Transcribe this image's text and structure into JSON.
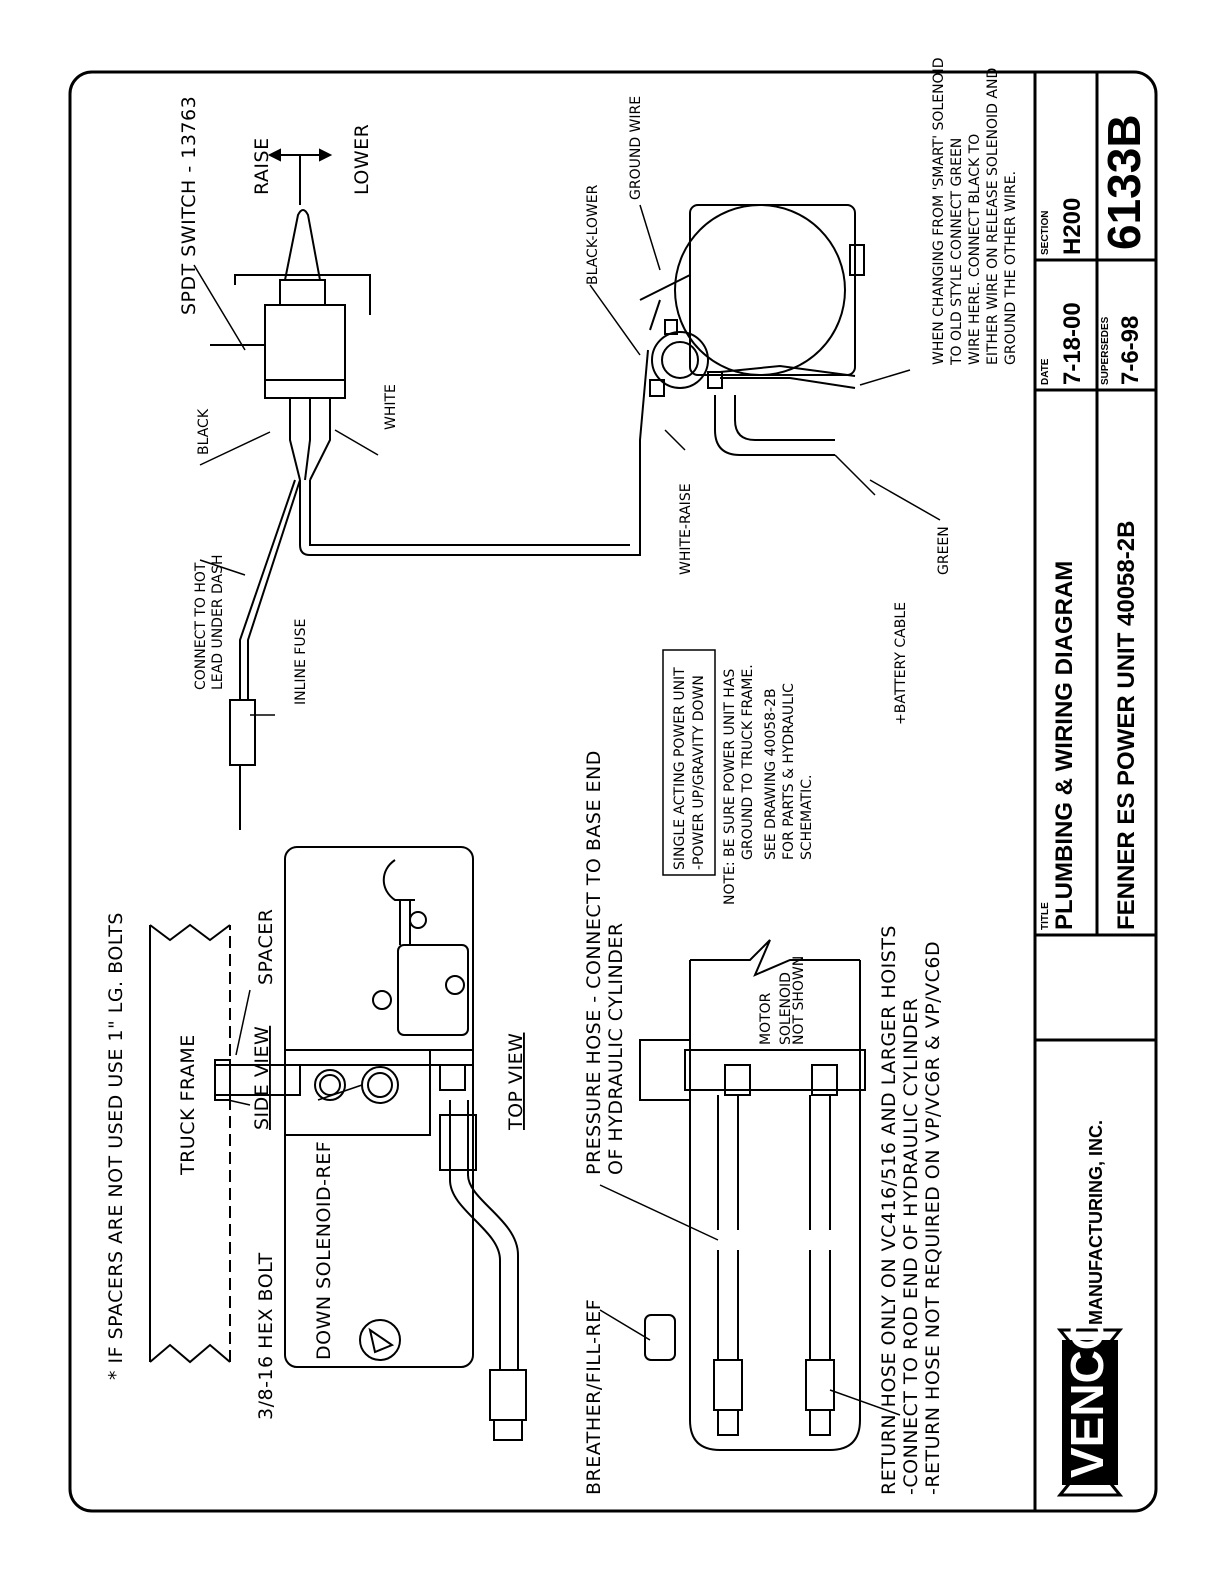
{
  "notes": {
    "spacers": "* IF SPACERS ARE NOT USED USE 1\" LG. BOLTS",
    "spdt_switch": "SPDT SWITCH - 13763",
    "raise": "RAISE",
    "lower": "LOWER",
    "connect_hot": [
      "CONNECT TO HOT",
      "LEAD UNDER DASH"
    ],
    "inline_fuse": "INLINE FUSE",
    "black": "BLACK",
    "white": "WHITE",
    "black_lower": "BLACK-LOWER",
    "ground_wire": "GROUND WIRE",
    "white_raise": "WHITE-RAISE",
    "green": "GREEN",
    "battery_cable": "+BATTERY CABLE",
    "smart_solenoid": [
      "WHEN CHANGING FROM 'SMART' SOLENOID",
      "TO OLD STYLE CONNECT GREEN",
      "WIRE HERE.  CONNECT BLACK TO",
      "EITHER WIRE ON RELEASE SOLENOID AND",
      "GROUND THE OTHER WIRE."
    ],
    "single_acting": [
      "SINGLE ACTING POWER UNIT",
      "-POWER UP/GRAVITY DOWN"
    ],
    "ground_note": [
      "NOTE: BE SURE POWER UNIT HAS",
      "GROUND TO TRUCK FRAME.",
      "SEE DRAWING 40058-2B",
      "FOR PARTS & HYDRAULIC",
      "SCHEMATIC."
    ],
    "truck_frame": "TRUCK FRAME",
    "spacer": "SPACER",
    "hex_bolt": "3/8-16 HEX BOLT",
    "down_solenoid": "DOWN SOLENOID-REF",
    "top_view": "TOP VIEW",
    "pressure_hose": [
      "PRESSURE HOSE - CONNECT TO BASE END",
      "OF HYDRAULIC CYLINDER"
    ],
    "motor": "MOTOR",
    "solenoid_not_shown": [
      "SOLENOID",
      "NOT SHOWN"
    ],
    "breather": "BREATHER/FILL-REF",
    "return_hose": [
      "RETURN HOSE ONLY ON VC416/516 AND LARGER HOISTS",
      "-CONNECT TO ROD END OF HYDRAULIC CYLINDER",
      "-RETURN HOSE NOT REQUIRED ON VP/VC6R & VP/VC6D"
    ],
    "side_view": "SIDE VIEW"
  },
  "title_block": {
    "logo": "VENCO",
    "company": "MANUFACTURING, INC.",
    "title_caption": "TITLE",
    "title_line1": "PLUMBING & WIRING DIAGRAM",
    "title_line2": "FENNER ES POWER UNIT 40058-2B",
    "date_caption": "DATE",
    "date": "7-18-00",
    "section_caption": "SECTION",
    "section": "H200",
    "supersedes_caption": "SUPERSEDES",
    "supersedes": "7-6-98",
    "drawing_number": "6133B"
  }
}
